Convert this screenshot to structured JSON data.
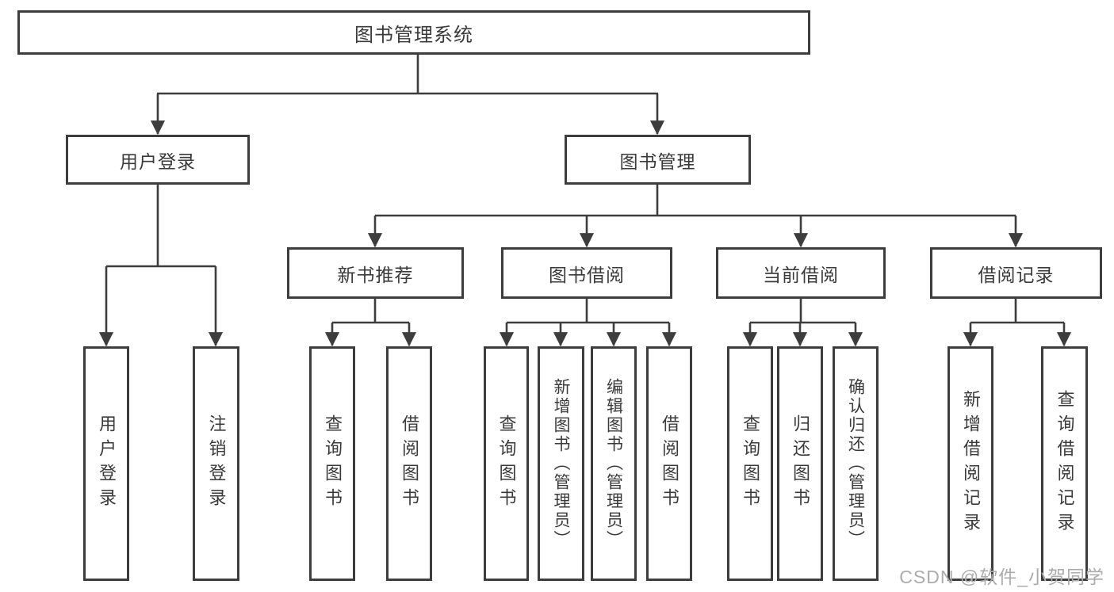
{
  "nodes": {
    "root": "图书管理系统",
    "user_login_group": "用户登录",
    "book_mgmt": "图书管理",
    "new_books": "新书推荐",
    "book_borrow": "图书借阅",
    "current_borrow": "当前借阅",
    "borrow_records": "借阅记录",
    "leaf_user_login": "用户登录",
    "leaf_logout": "注销登录",
    "leaf_nb_query": "查询图书",
    "leaf_nb_borrow": "借阅图书",
    "leaf_bb_query": "查询图书",
    "leaf_bb_add": "新增图书（管理员）",
    "leaf_bb_edit": "编辑图书（管理员）",
    "leaf_bb_borrow": "借阅图书",
    "leaf_cb_query": "查询图书",
    "leaf_cb_return": "归还图书",
    "leaf_cb_confirm": "确认归还（管理员）",
    "leaf_br_add": "新增借阅记录",
    "leaf_br_query": "查询借阅记录"
  },
  "watermark": "CSDN @软件_小贺同学",
  "colors": {
    "line": "#3d3d3d",
    "box_border": "#3d3d3d",
    "text": "#3a3a3a",
    "watermark": "#ababab",
    "background": "#ffffff"
  }
}
